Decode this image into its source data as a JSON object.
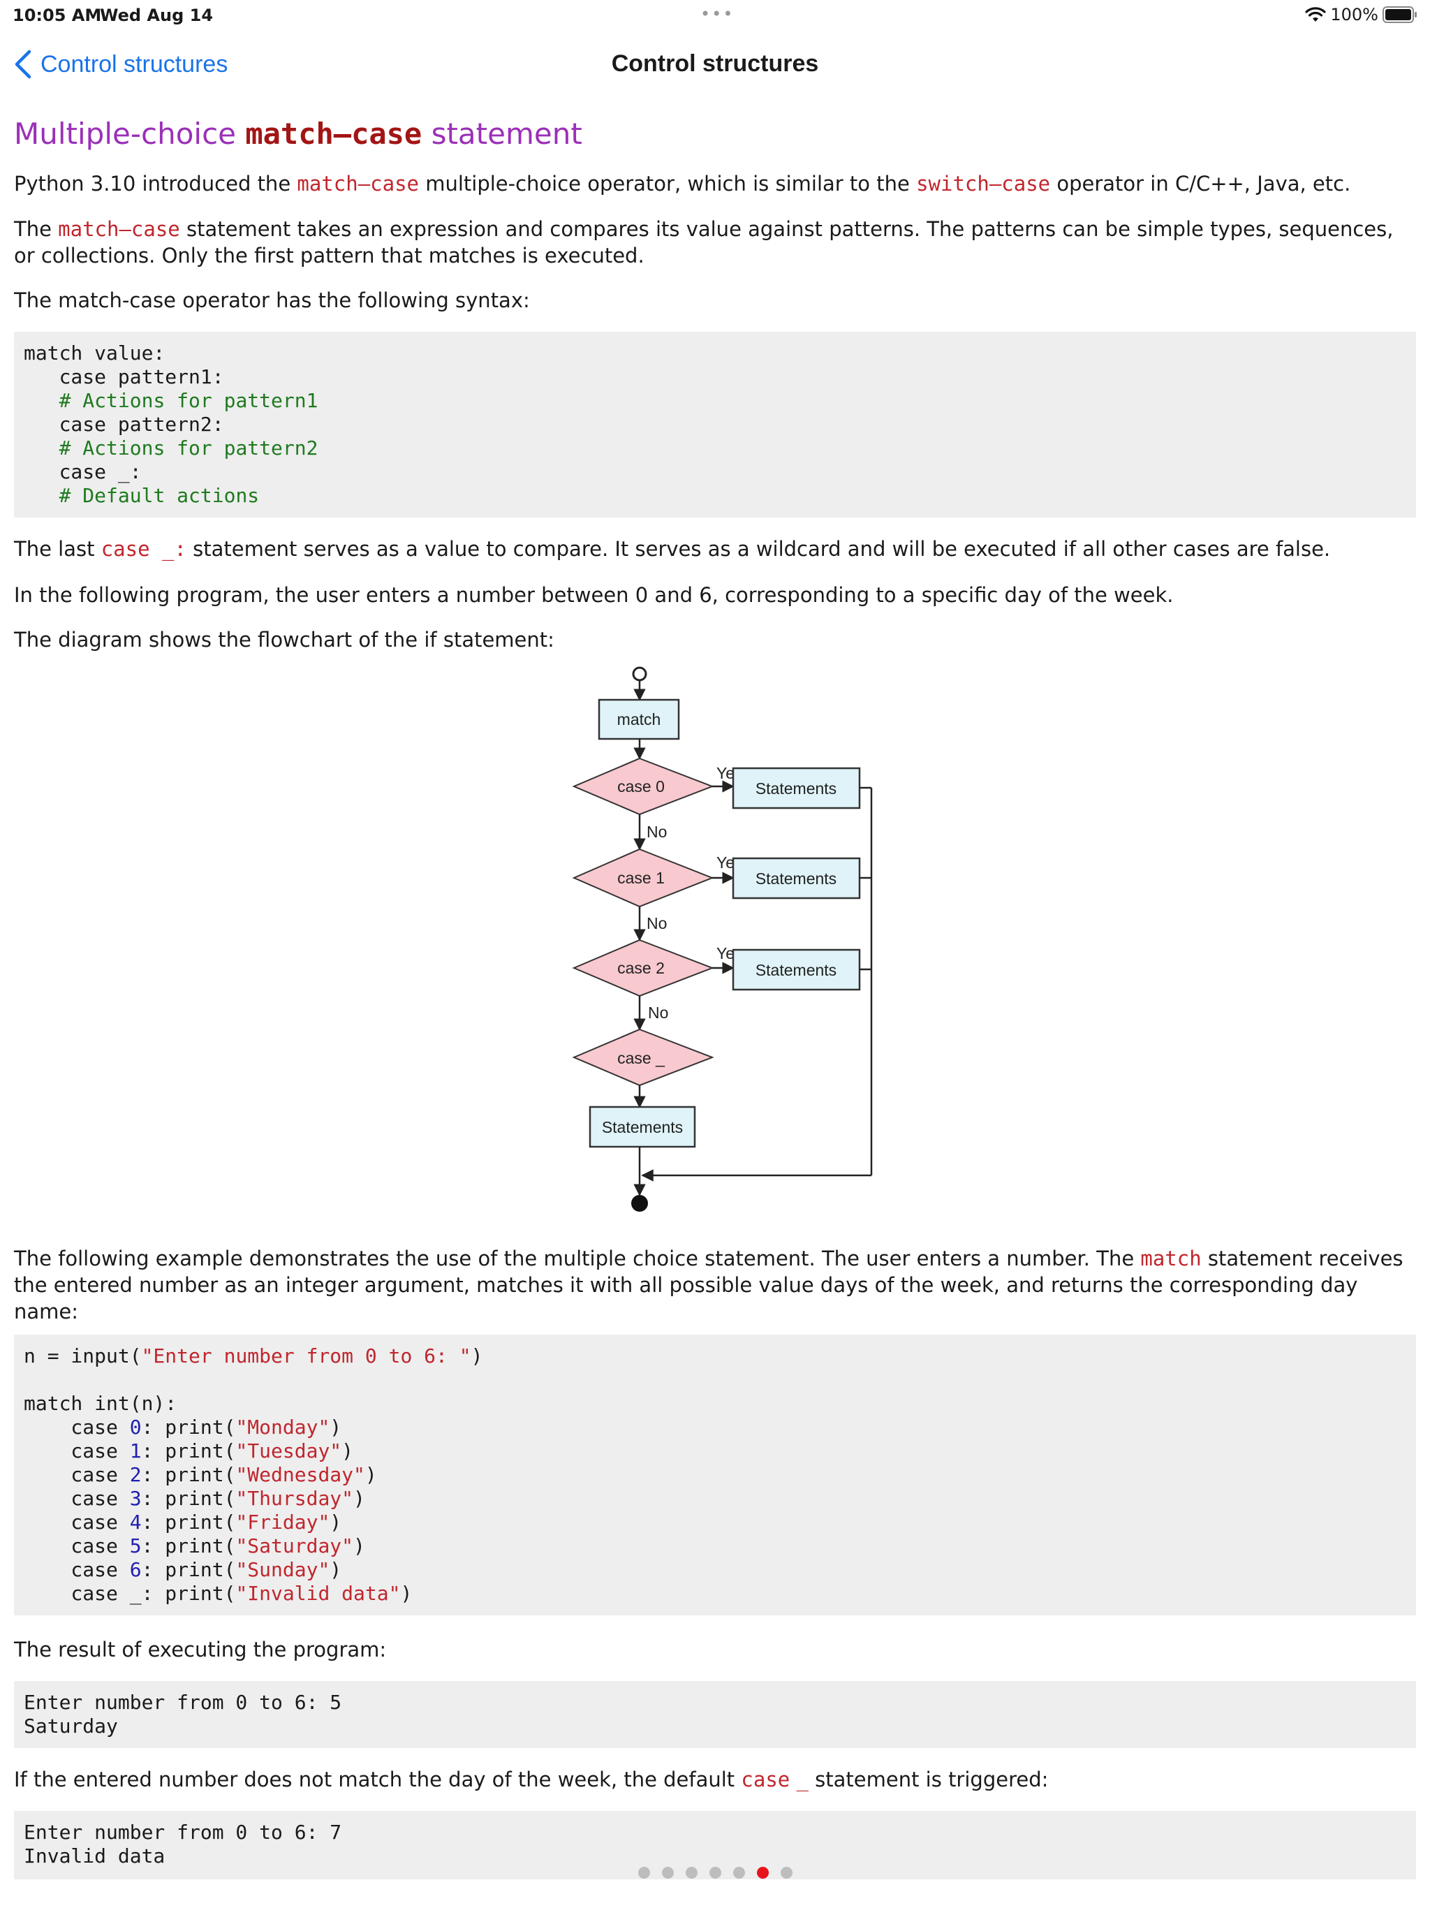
{
  "status_bar": {
    "time": "10:05 AM",
    "date": "Wed Aug 14",
    "battery": "100%"
  },
  "nav": {
    "back_label": "Control structures",
    "title": "Control structures"
  },
  "heading": {
    "prefix": "Multiple-choice ",
    "code": "match–case",
    "suffix": " statement"
  },
  "para1": {
    "a": "Python 3.10 introduced the ",
    "code1": "match–case",
    "b": " multiple-choice operator, which is similar to the ",
    "code2": "switch–case",
    "c": " operator in C/C++, Java, etc."
  },
  "para2": {
    "a": "The ",
    "code": "match–case",
    "b": " statement takes an expression and compares its value against patterns. The patterns can be simple types, sequences, or collections. Only the first pattern that matches is executed."
  },
  "para3": "The match-case operator has the following syntax:",
  "syntax_code": {
    "l1": "match value:",
    "l2": "case pattern1:",
    "l3": "# Actions for pattern1",
    "l4": "case pattern2:",
    "l5": "# Actions for pattern2",
    "l6": "case _:",
    "l7": "# Default actions"
  },
  "para4": {
    "a": "The last ",
    "code": "case _:",
    "b": " statement serves as a value to compare. It serves as a wildcard and will be executed if all other cases are false."
  },
  "para5": "In the following program, the user enters a number between 0 and 6, corresponding to a specific day of the week.",
  "para6": "The diagram shows the flowchart of the if statement:",
  "flowchart": {
    "match_label": "match",
    "case0": "case 0",
    "case1": "case 1",
    "case2": "case 2",
    "case_default": "case _",
    "statements": "Statements",
    "yes": "Yes",
    "no": "No"
  },
  "para7": {
    "a": "The following example demonstrates the use of the multiple choice statement. The user enters a number. The ",
    "code": "match",
    "b": " statement receives the entered number as an integer argument, matches it with all possible value days of the week, and returns the corresponding day name:"
  },
  "example_code": {
    "input_line": {
      "a": "n = input(",
      "s": "\"Enter number from 0 to 6: \"",
      "b": ")"
    },
    "match_line": "match int(n):",
    "cases": [
      {
        "num": "0",
        "day": "\"Monday\""
      },
      {
        "num": "1",
        "day": "\"Tuesday\""
      },
      {
        "num": "2",
        "day": "\"Wednesday\""
      },
      {
        "num": "3",
        "day": "\"Thursday\""
      },
      {
        "num": "4",
        "day": "\"Friday\""
      },
      {
        "num": "5",
        "day": "\"Saturday\""
      },
      {
        "num": "6",
        "day": "\"Sunday\""
      }
    ],
    "default_case": {
      "a": "case _: print(",
      "s": "\"Invalid data\"",
      "b": ")"
    }
  },
  "para8": "The result of executing the program:",
  "output1": {
    "l1": "Enter number from 0 to 6: 5",
    "l2": "Saturday"
  },
  "para9": {
    "a": "If the entered number does not match the day of the week, the default ",
    "code1": "case",
    "code2": "_",
    "b": " statement is triggered:"
  },
  "output2": {
    "l1": "Enter number from 0 to 6: 7",
    "l2": "Invalid data"
  },
  "page_indicator": {
    "count": 7,
    "active": 6
  },
  "colors": {
    "accent": "#1a73e8",
    "heading": "#9b30b8",
    "code_red": "#c0262d",
    "comment_green": "#1f7a1f",
    "active_dot": "#e8141b"
  }
}
